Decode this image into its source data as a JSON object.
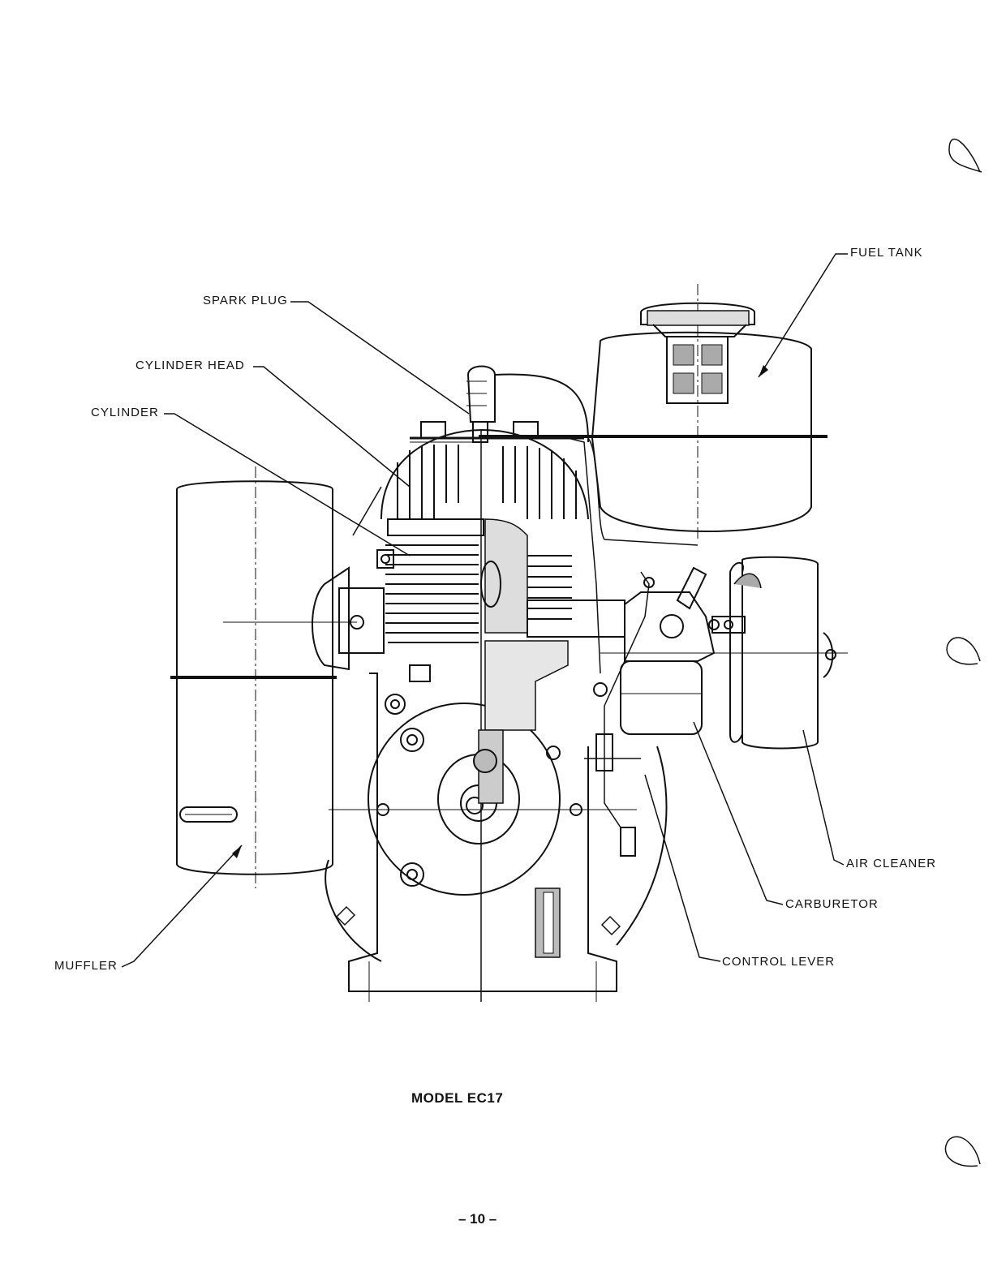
{
  "labels": {
    "fuel_tank": "FUEL TANK",
    "spark_plug": "SPARK PLUG",
    "cylinder_head": "CYLINDER HEAD",
    "cylinder": "CYLINDER",
    "muffler": "MUFFLER",
    "air_cleaner": "AIR CLEANER",
    "carburetor": "CARBURETOR",
    "control_lever": "CONTROL LEVER"
  },
  "caption": "MODEL EC17",
  "page_number": "– 10 –"
}
